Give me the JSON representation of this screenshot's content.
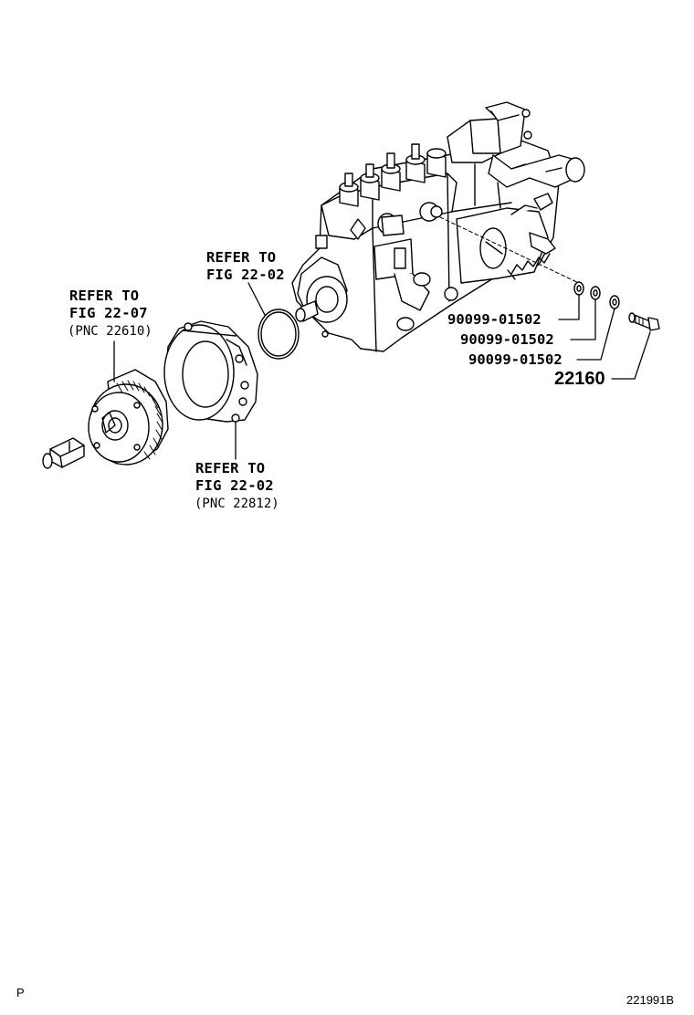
{
  "callouts": {
    "gear_ref": {
      "line1": "REFER TO",
      "line2": "FIG 22-07",
      "pnc": "(PNC 22610)"
    },
    "oring_ref": {
      "line1": "REFER TO",
      "line2": "FIG 22-02"
    },
    "housing_ref": {
      "line1": "REFER TO",
      "line2": "FIG 22-02",
      "pnc": "(PNC 22812)"
    }
  },
  "part_numbers": [
    "90099-01502",
    "90099-01502",
    "90099-01502"
  ],
  "main_part": "22160",
  "footer": {
    "left": "P",
    "right": "221991B"
  },
  "icons": [
    "injection-pump-icon",
    "drive-gear-icon",
    "gear-housing-icon",
    "o-ring-icon",
    "washer-icon",
    "bolt-icon",
    "shaft-key-icon"
  ]
}
